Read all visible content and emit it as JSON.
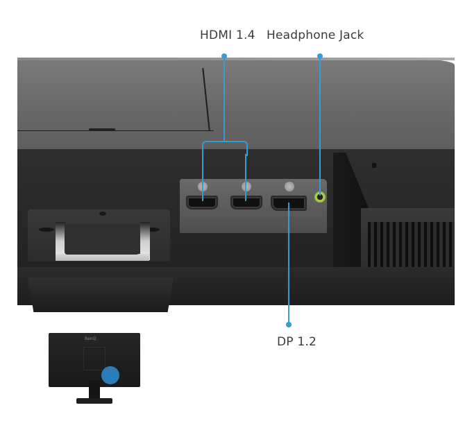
{
  "diagram": {
    "subject": "Monitor rear I/O ports",
    "callouts": [
      {
        "id": "hdmi",
        "label": "HDMI 1.4"
      },
      {
        "id": "headphone",
        "label": "Headphone Jack"
      },
      {
        "id": "dp",
        "label": "DP 1.2"
      }
    ],
    "thumbnail": {
      "logo": "BenQ"
    },
    "colors": {
      "callout": "#3b9ad6",
      "label_text": "#3a3a3a",
      "monitor_body": "#666666",
      "recess": "#272727",
      "headphone_ring": "#9ec43e"
    }
  }
}
